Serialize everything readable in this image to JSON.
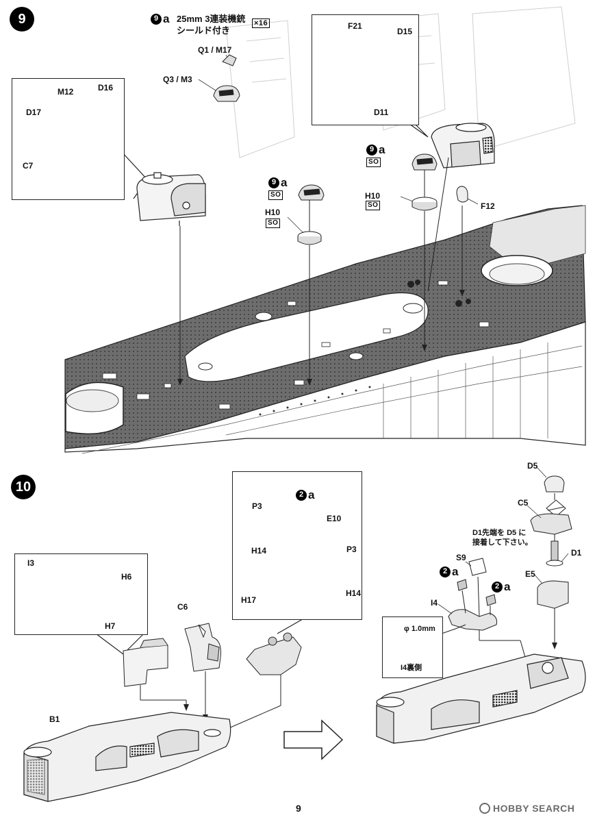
{
  "steps": {
    "step9": {
      "number": "9",
      "header": {
        "sub": "9",
        "letter": "a",
        "line1": "25mm 3連装機銃",
        "line2": "シールド付き",
        "count": "×16"
      },
      "labels": {
        "q1m17": "Q1 / M17",
        "q3m3": "Q3 / M3",
        "m12": "M12",
        "d16": "D16",
        "d17": "D17",
        "c7": "C7",
        "f21": "F21",
        "d15": "D15",
        "d11": "D11",
        "h10a": "H10",
        "h10b": "H10",
        "f12": "F12"
      },
      "markers": {
        "sub": "9",
        "letter": "a",
        "so": "SO"
      }
    },
    "step10": {
      "number": "10",
      "labels": {
        "i3": "I3",
        "h6": "H6",
        "h7": "H7",
        "c6": "C6",
        "b1": "B1",
        "p3a": "P3",
        "p3b": "P3",
        "h14a": "H14",
        "h14b": "H14",
        "h17": "H17",
        "e10": "E10",
        "d5": "D5",
        "c5": "C5",
        "d1": "D1",
        "e5": "E5",
        "s9": "S9",
        "i4": "I4",
        "note_line1": "D1先端を D5 に",
        "note_line2": "接着して下さい。",
        "hole": "φ 1.0mm",
        "i4_back": "I4裏側"
      },
      "markers": {
        "sub": "2",
        "letter": "a"
      }
    }
  },
  "footer": {
    "page_number": "9",
    "brand": "HOBBY SEARCH"
  }
}
